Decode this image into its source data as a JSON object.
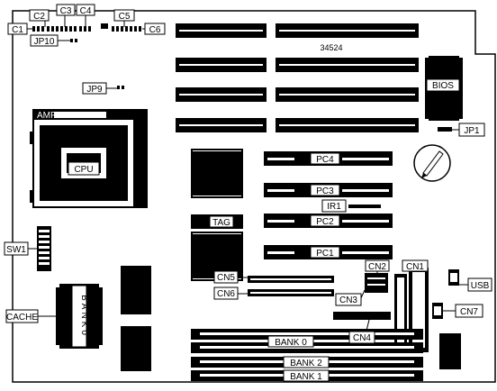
{
  "board_number": "34524",
  "labels": {
    "c1": "C1",
    "c2": "C2",
    "c3": "C3",
    "c4": "C4",
    "c5": "C5",
    "c6": "C6",
    "jp10": "JP10",
    "jp9": "JP9",
    "jp1": "JP1",
    "amp": "AMP",
    "cpu": "CPU",
    "bios": "BIOS",
    "pc1": "PC1",
    "pc2": "PC2",
    "pc3": "PC3",
    "pc4": "PC4",
    "ir1": "IR1",
    "tag": "TAG",
    "sw1": "SW1",
    "cache": "CACHE",
    "bank0_vertical": "BANK0",
    "cn1": "CN1",
    "cn2": "CN2",
    "cn3": "CN3",
    "cn4": "CN4",
    "cn5": "CN5",
    "cn6": "CN6",
    "cn7": "CN7",
    "usb": "USB",
    "bank0": "BANK 0",
    "bank1": "BANK 1",
    "bank2": "BANK 2"
  }
}
